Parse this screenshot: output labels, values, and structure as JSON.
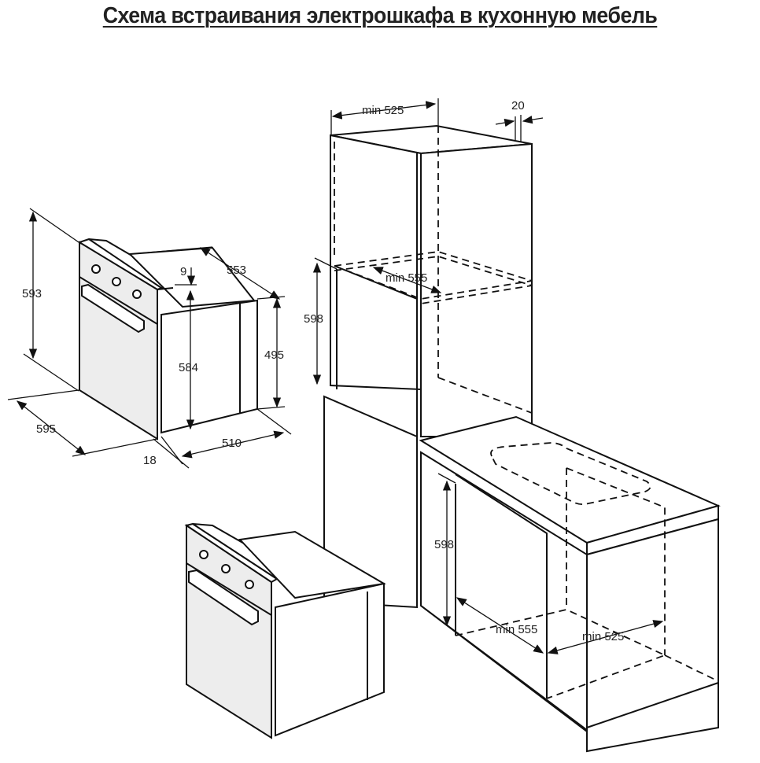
{
  "title": "Схема встраивания электрошкафа в кухонную мебель",
  "oven_dimensions": {
    "height_total": "593",
    "width_total": "595",
    "depth_total": "553",
    "body_height": "584",
    "panel_offset": "9",
    "side_height": "495",
    "body_depth": "510",
    "front_thickness": "18"
  },
  "column_cabinet": {
    "depth_min": "min 525",
    "wall_gap": "20",
    "niche_width_min": "min 555",
    "niche_height": "598"
  },
  "base_cabinet": {
    "niche_height": "598",
    "niche_width_min": "min 555",
    "depth_min": "min 525"
  },
  "colors": {
    "line": "#111111",
    "panel": "#ededed",
    "background": "#ffffff"
  }
}
